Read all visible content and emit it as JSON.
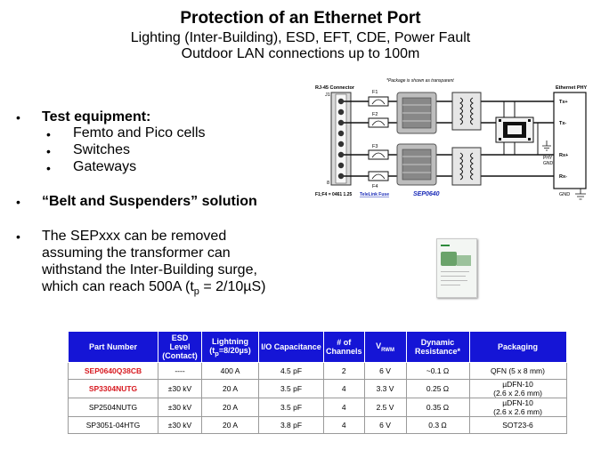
{
  "header": {
    "title": "Protection of an Ethernet Port",
    "subtitle1": "Lighting (Inter-Building), ESD, EFT, CDE, Power Fault",
    "subtitle2": "Outdoor LAN connections up to 100m"
  },
  "bullets": {
    "test_equipment": "Test equipment:",
    "sub": [
      "Femto and Pico cells",
      "Switches",
      "Gateways"
    ],
    "belt": "“Belt and Suspenders” solution",
    "sep_line1": "The SEPxxx can be removed",
    "sep_line2": "assuming the transformer can",
    "sep_line3": "withstand the Inter-Building surge,",
    "sep_line4_pre": "which can reach 500A (t",
    "sep_line4_sub": "p",
    "sep_line4_post": " = 2/10µS)"
  },
  "diagram": {
    "note": "*Package is shown as transparent",
    "rj45": "RJ-45 Connector",
    "phy": "Ethernet PHY",
    "fuses": [
      "F1",
      "F2",
      "F3",
      "F4"
    ],
    "j1": "J1",
    "j8": "8",
    "tx_plus": "Tx+",
    "tx_minus": "Tx-",
    "rx_plus": "Rx+",
    "rx_minus": "Rx-",
    "phy_gnd1": "PHY",
    "phy_gnd2": "GND",
    "gnd": "GND",
    "fuse_note": "F1;F4 = 0461 1.25",
    "telelink": "TeleLink Fuse",
    "part": "SEP0640"
  },
  "table": {
    "headers": {
      "part": "Part Number",
      "esd1": "ESD",
      "esd2": "Level",
      "esd3": "(Contact)",
      "light1": "Lightning",
      "light2": "(t",
      "light_sub": "p",
      "light3": "=8/20µs)",
      "io": "I/O Capacitance",
      "ch1": "# of",
      "ch2": "Channels",
      "v_main": "V",
      "v_sub": "RWM",
      "dyn1": "Dynamic",
      "dyn2": "Resistance*",
      "pkg": "Packaging"
    },
    "rows": [
      {
        "part": "SEP0640Q38CB",
        "esd": "----",
        "lightning": "400 A",
        "cap": "4.5 pF",
        "channels": "2",
        "vrwm": "6 V",
        "res": "~0.1 Ω",
        "pkg1": "QFN (5 x 8 mm)",
        "pkg2": ""
      },
      {
        "part": "SP3304NUTG",
        "esd": "±30 kV",
        "lightning": "20 A",
        "cap": "3.5 pF",
        "channels": "4",
        "vrwm": "3.3 V",
        "res": "0.25 Ω",
        "pkg1": "µDFN-10",
        "pkg2": "(2.6 x 2.6 mm)"
      },
      {
        "part": "SP2504NUTG",
        "esd": "±30 kV",
        "lightning": "20 A",
        "cap": "3.5 pF",
        "channels": "4",
        "vrwm": "2.5 V",
        "res": "0.35 Ω",
        "pkg1": "µDFN-10",
        "pkg2": "(2.6 x 2.6 mm)"
      },
      {
        "part": "SP3051-04HTG",
        "esd": "±30 kV",
        "lightning": "20 A",
        "cap": "3.8 pF",
        "channels": "4",
        "vrwm": "6 V",
        "res": "0.3 Ω",
        "pkg1": "SOT23-6",
        "pkg2": ""
      }
    ]
  },
  "colors": {
    "header_blue": "#1515d6",
    "red_part": "#d71920",
    "telelink_blue": "#1a2bb8"
  }
}
